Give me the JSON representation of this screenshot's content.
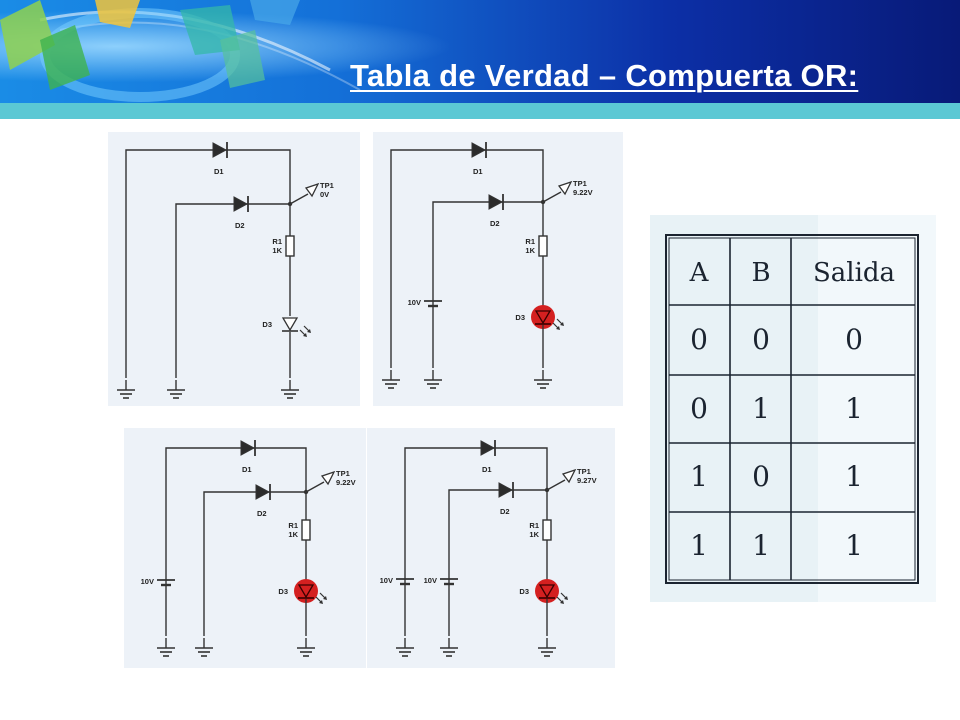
{
  "slide": {
    "title": "Tabla de Verdad – Compuerta OR:"
  },
  "circuits": [
    {
      "d1": "D1",
      "d2": "D2",
      "r1": "R1",
      "r1_value": "1K",
      "led": "D3",
      "tp": "TP1",
      "tp_value": "0V",
      "led_on": false,
      "source_a": "",
      "source_b": ""
    },
    {
      "d1": "D1",
      "d2": "D2",
      "r1": "R1",
      "r1_value": "1K",
      "led": "D3",
      "tp": "TP1",
      "tp_value": "9.22V",
      "led_on": true,
      "source_a": "",
      "source_b": "10V"
    },
    {
      "d1": "D1",
      "d2": "D2",
      "r1": "R1",
      "r1_value": "1K",
      "led": "D3",
      "tp": "TP1",
      "tp_value": "9.22V",
      "led_on": true,
      "source_a": "10V",
      "source_b": ""
    },
    {
      "d1": "D1",
      "d2": "D2",
      "r1": "R1",
      "r1_value": "1K",
      "led": "D3",
      "tp": "TP1",
      "tp_value": "9.27V",
      "led_on": true,
      "source_a": "10V",
      "source_b": "10V"
    }
  ],
  "truth_table": {
    "headers": [
      "A",
      "B",
      "Salida"
    ],
    "rows": [
      [
        "0",
        "0",
        "0"
      ],
      [
        "0",
        "1",
        "1"
      ],
      [
        "1",
        "0",
        "1"
      ],
      [
        "1",
        "1",
        "1"
      ]
    ]
  },
  "colors": {
    "header_dark": "#0a1e8c",
    "header_bright": "#1e78e6",
    "teal_bar": "#5bc8d4",
    "led_on": "#d42020",
    "wire": "#333333"
  }
}
